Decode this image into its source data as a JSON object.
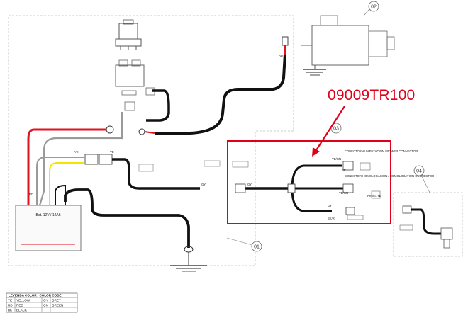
{
  "callouts": {
    "c01": "01",
    "c02": "02",
    "c03": "03",
    "c04": "04"
  },
  "part_code": "09009TR100",
  "wire_labels": {
    "ye": "YE",
    "rd": "RD",
    "bk": "BK",
    "gy": "GY",
    "br": "BR",
    "bkr": "BK/R",
    "gy2": "GY",
    "ye_gn": "YE/GN",
    "bk2": "BK"
  },
  "battery_label": "Bat. 12V / 12Ah",
  "connector_power": "CONECTOR ALIMENTACIÓN / POWER CONNECTOR",
  "connector_homolog": "CONECTOR HOMOLOGACIÓN / HOMOLOGATION CONNECTOR",
  "connector_small": "Resist. YE",
  "pin_labels": {
    "ye": "YE",
    "gy": "GY",
    "gy_ye": "GY",
    "bk": "BK",
    "gn": "GN",
    "gy7": "GY",
    "bk8": "BK"
  },
  "legend": {
    "header": "LEYENDA COLOR / COLOR CODE",
    "rows": [
      [
        "YE",
        "YELLOW",
        "GY",
        "GREY"
      ],
      [
        "RD",
        "RED",
        "GN",
        "GREEN"
      ],
      [
        "BK",
        "BLACK",
        "",
        ""
      ]
    ]
  },
  "colors": {
    "accent": "#e1001a",
    "wire_black": "#111111",
    "wire_red": "#e0141c",
    "wire_yellow": "#f2e600",
    "wire_grey": "#9a9a9a"
  }
}
